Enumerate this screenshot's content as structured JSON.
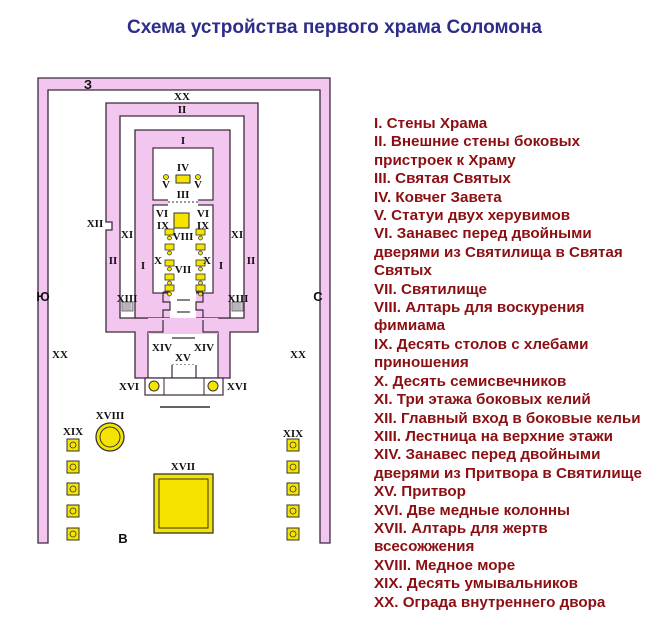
{
  "title": "Схема устройства первого храма Соломона",
  "colors": {
    "title": "#2e2e8a",
    "legend_text": "#8b0f12",
    "wall_fill": "#f2c6ef",
    "wall_stroke": "#3a2a3a",
    "furniture_fill": "#f5e400",
    "furniture_stroke": "#333333"
  },
  "directions": {
    "west": "З",
    "south": "Ю",
    "north": "С",
    "east": "В"
  },
  "diagram_labels": {
    "I": "I",
    "II": "II",
    "III": "III",
    "IV": "IV",
    "V": "V",
    "VI": "VI",
    "VII": "VII",
    "VIII": "VIII",
    "IX": "IX",
    "X": "X",
    "XI": "XI",
    "XII": "XII",
    "XIII": "XIII",
    "XIV": "XIV",
    "XV": "XV",
    "XVI": "XVI",
    "XVII": "XVII",
    "XVIII": "XVIII",
    "XIX": "XIX",
    "XX": "XX"
  },
  "legend": [
    "I. Стены Храма",
    "II. Внешние стены боковых",
    "пристроек к Храму",
    "III. Святая Святых",
    "IV. Ковчег Завета",
    "V. Статуи двух херувимов",
    "VI. Занавес перед двойными",
    "дверями из Святилища в Святая",
    "Святых",
    "VII. Святилище",
    "VIII. Алтарь для воскурения",
    "фимиама",
    "IX. Десять столов с хлебами",
    "приношения",
    "X. Десять семисвечников",
    "XI. Три этажа боковых келий",
    "XII. Главный вход в боковые кельи",
    "XIII. Лестница на верхние этажи",
    "XIV. Занавес перед двойными",
    "дверями из Притвора в Святилище",
    "XV. Притвор",
    "XVI. Две медные колонны",
    "XVII. Алтарь для жертв",
    "всесожжения",
    "XVIII. Медное море",
    "XIX. Десять умывальников",
    "XX. Ограда внутреннего двора"
  ]
}
